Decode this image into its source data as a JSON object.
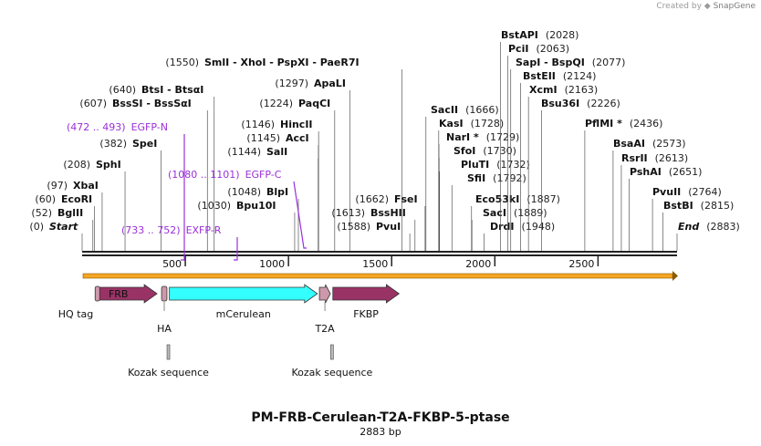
{
  "credit": {
    "created_by": "Created by",
    "brand": "SnapGene",
    "icon": "snapgene-icon"
  },
  "title": "PM-FRB-Cerulean-T2A-FKBP-5-ptase",
  "length_label": "2883 bp",
  "total_bp": 2883,
  "ruler_ticks": [
    500,
    1000,
    1500,
    2000,
    2500
  ],
  "sites": [
    {
      "name": "Start",
      "pos": 0,
      "pos_label": "(0)",
      "italic": true
    },
    {
      "name": "BglII",
      "pos": 52,
      "pos_label": "(52)"
    },
    {
      "name": "EcoRI",
      "pos": 60,
      "pos_label": "(60)"
    },
    {
      "name": "XbaI",
      "pos": 97,
      "pos_label": "(97)"
    },
    {
      "name": "SphI",
      "pos": 208,
      "pos_label": "(208)"
    },
    {
      "name": "SpeI",
      "pos": 382,
      "pos_label": "(382)"
    },
    {
      "name": "BssSI  -  BssSαI",
      "pos": 607,
      "pos_label": "(607)"
    },
    {
      "name": "BtsI  -  BtsαI",
      "pos": 640,
      "pos_label": "(640)"
    },
    {
      "name": "Bpu10I",
      "pos": 1030,
      "pos_label": "(1030)"
    },
    {
      "name": "BlpI",
      "pos": 1048,
      "pos_label": "(1048)"
    },
    {
      "name": "SalI",
      "pos": 1144,
      "pos_label": "(1144)"
    },
    {
      "name": "AccI",
      "pos": 1145,
      "pos_label": "(1145)"
    },
    {
      "name": "HincII",
      "pos": 1146,
      "pos_label": "(1146)"
    },
    {
      "name": "PaqCI",
      "pos": 1224,
      "pos_label": "(1224)"
    },
    {
      "name": "ApaLI",
      "pos": 1297,
      "pos_label": "(1297)"
    },
    {
      "name": "SmlI  -  XhoI  -  PspXI  -  PaeR7I",
      "pos": 1550,
      "pos_label": "(1550)"
    },
    {
      "name": "PvuI",
      "pos": 1588,
      "pos_label": "(1588)"
    },
    {
      "name": "BssHII",
      "pos": 1613,
      "pos_label": "(1613)"
    },
    {
      "name": "FseI",
      "pos": 1662,
      "pos_label": "(1662)"
    },
    {
      "name": "SacII",
      "pos": 1666,
      "pos_label": "(1666)"
    },
    {
      "name": "KasI",
      "pos": 1728,
      "pos_label": "(1728)"
    },
    {
      "name": "NarI *",
      "pos": 1729,
      "pos_label": "(1729)"
    },
    {
      "name": "SfoI",
      "pos": 1730,
      "pos_label": "(1730)"
    },
    {
      "name": "PluTI",
      "pos": 1732,
      "pos_label": "(1732)"
    },
    {
      "name": "SfiI",
      "pos": 1792,
      "pos_label": "(1792)"
    },
    {
      "name": "Eco53kI",
      "pos": 1887,
      "pos_label": "(1887)"
    },
    {
      "name": "SacI",
      "pos": 1889,
      "pos_label": "(1889)"
    },
    {
      "name": "DrdI",
      "pos": 1948,
      "pos_label": "(1948)"
    },
    {
      "name": "BstAPI",
      "pos": 2028,
      "pos_label": "(2028)"
    },
    {
      "name": "PciI",
      "pos": 2063,
      "pos_label": "(2063)"
    },
    {
      "name": "SapI  -  BspQI",
      "pos": 2077,
      "pos_label": "(2077)"
    },
    {
      "name": "BstEII",
      "pos": 2124,
      "pos_label": "(2124)"
    },
    {
      "name": "XcmI",
      "pos": 2163,
      "pos_label": "(2163)"
    },
    {
      "name": "Bsu36I",
      "pos": 2226,
      "pos_label": "(2226)"
    },
    {
      "name": "PflMI *",
      "pos": 2436,
      "pos_label": "(2436)"
    },
    {
      "name": "BsaAI",
      "pos": 2573,
      "pos_label": "(2573)"
    },
    {
      "name": "RsrII",
      "pos": 2613,
      "pos_label": "(2613)"
    },
    {
      "name": "PshAI",
      "pos": 2651,
      "pos_label": "(2651)"
    },
    {
      "name": "PvuII",
      "pos": 2764,
      "pos_label": "(2764)"
    },
    {
      "name": "BstBI",
      "pos": 2815,
      "pos_label": "(2815)"
    },
    {
      "name": "End",
      "pos": 2883,
      "pos_label": "(2883)",
      "italic": true
    }
  ],
  "primers": [
    {
      "range_label": "(472 .. 493)",
      "name": "EGFP-N",
      "pos": 493,
      "strand": "reverse"
    },
    {
      "range_label": "(1080 .. 1101)",
      "name": "EGFP-C",
      "pos": 1101,
      "strand": "forward"
    },
    {
      "range_label": "(733 .. 752)",
      "name": "EXFP-R",
      "pos": 752,
      "strand": "reverse"
    }
  ],
  "features": [
    {
      "name": "FRB",
      "type": "cds",
      "start": 75,
      "end": 363,
      "color": "#993366",
      "label_inside": "FRB"
    },
    {
      "name": "HA",
      "type": "tag",
      "start": 385,
      "end": 411,
      "color": "#cc99aa",
      "label_below": "HA"
    },
    {
      "name": "mCerulean",
      "type": "cds",
      "start": 423,
      "end": 1140,
      "color": "#33ffff",
      "label_below": "mCerulean"
    },
    {
      "name": "T2A",
      "type": "cds",
      "start": 1150,
      "end": 1203,
      "color": "#cc99aa",
      "label_below": "T2A"
    },
    {
      "name": "FKBP",
      "type": "cds",
      "start": 1215,
      "end": 1536,
      "color": "#993366",
      "label_below": "FKBP"
    },
    {
      "name": "HQ tag",
      "type": "tag",
      "start": 63,
      "end": 84,
      "color": "#cc99aa",
      "label_left": "HQ tag"
    }
  ],
  "kozak": [
    {
      "name": "Kozak sequence",
      "pos": 418
    },
    {
      "name": "Kozak sequence",
      "pos": 1211
    }
  ],
  "orf_bar_color": "#f5a623"
}
